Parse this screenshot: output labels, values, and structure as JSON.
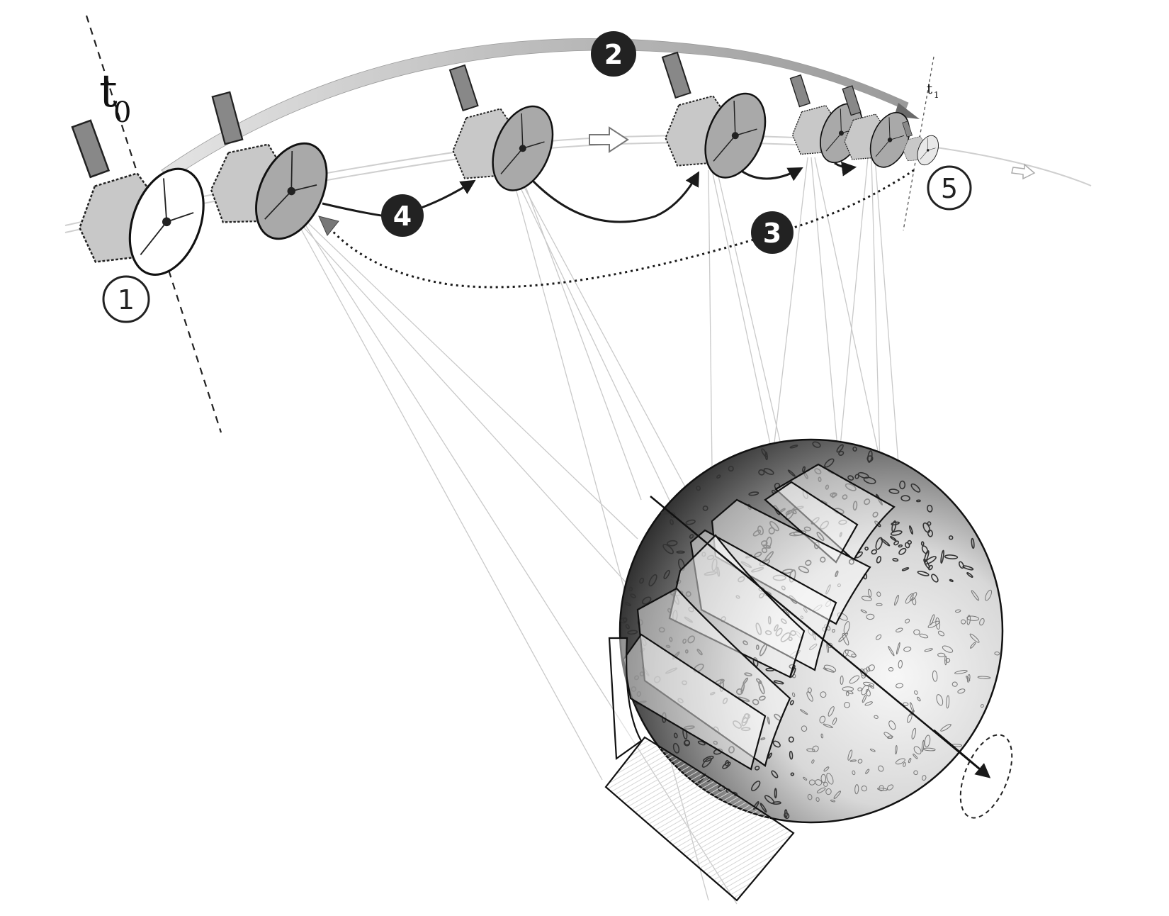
{
  "labels": {
    "t0_base": "t",
    "t0_sub": "0",
    "t1_base": "t",
    "t1_sub": "1"
  },
  "steps": [
    {
      "id": "1",
      "style": "outline"
    },
    {
      "id": "2",
      "style": "filled"
    },
    {
      "id": "3",
      "style": "filled"
    },
    {
      "id": "4",
      "style": "filled"
    },
    {
      "id": "5",
      "style": "outline"
    }
  ],
  "colors": {
    "ink": "#1a1a1a",
    "dish_first": "#ffffff",
    "dish": "#a9a9a9",
    "body": "#c8c8c8",
    "sight_lines": "#c7c7c7",
    "arc_fill": "#bdbdbd",
    "planet_dark": "#4a4a4a",
    "planet_light": "#f2f2f2"
  }
}
